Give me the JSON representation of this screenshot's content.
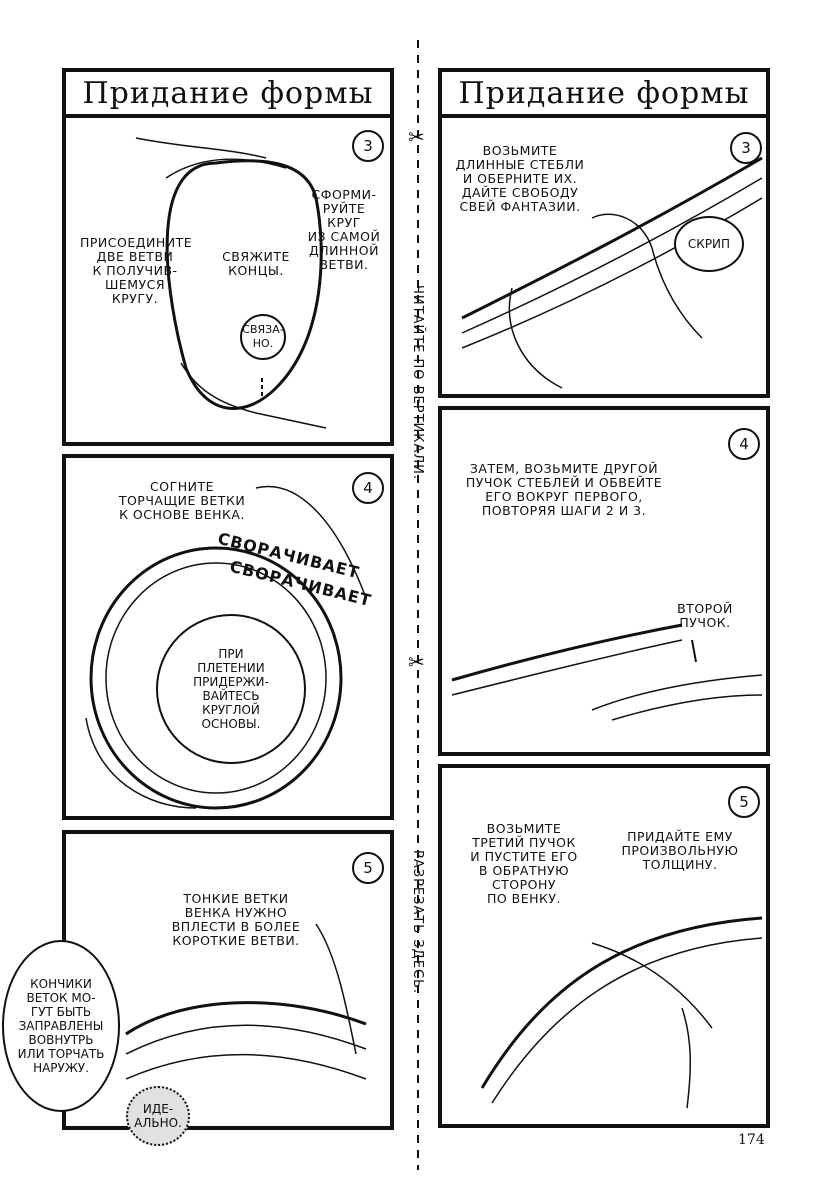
{
  "page": {
    "number": "174",
    "vertical_hint_top": "читайте по вертикали.",
    "vertical_hint_bottom": "разрезать здесь.",
    "scissors_glyph": "✂"
  },
  "left_column": {
    "title": "Придание формы",
    "panel_3": {
      "step": "3",
      "caption_left": "присоедините\nдве ветви\nк получив-\nшемуся кругу.",
      "caption_center": "свяжите\nконцы.",
      "caption_right": "сформи-\nруйте круг\nиз самой\nдлинной\nветви.",
      "bubble": "связа-\nно."
    },
    "panel_4": {
      "step": "4",
      "caption": "согните\nторчащие ветки\nк основе венка.",
      "sfx_1": "сворачивает",
      "sfx_2": "сворачивает",
      "bubble": "при\nплетении\nпридержи-\nвайтесь\nкруглой\nосновы."
    },
    "panel_5": {
      "step": "5",
      "caption": "тонкие ветки\nвенка нужно\nвплести в более\nкороткие ветви.",
      "bubble_big": "кончики\nветок мо-\nгут быть\nзаправлены\nвовнутрь\nили торчать\nнаружу.",
      "bubble_small": "иде-\nально."
    }
  },
  "right_column": {
    "title": "Придание формы",
    "panel_3": {
      "step": "3",
      "caption": "возьмите\nдлинные стебли\nи оберните их.\nдайте свободу\nсвей фантазии.",
      "bubble": "скрип"
    },
    "panel_4": {
      "step": "4",
      "caption": "затем, возьмите другой\nпучок стеблей и обвейте\nего вокруг первого,\nповторяя шаги 2 и 3.",
      "label": "второй\nпучок."
    },
    "panel_5": {
      "step": "5",
      "caption_left": "возьмите\nтретий пучок\nи пустите его\nв обратную\nсторону\nпо венку.",
      "caption_right": "придайте ему\nпроизвольную\nтолщину."
    }
  }
}
